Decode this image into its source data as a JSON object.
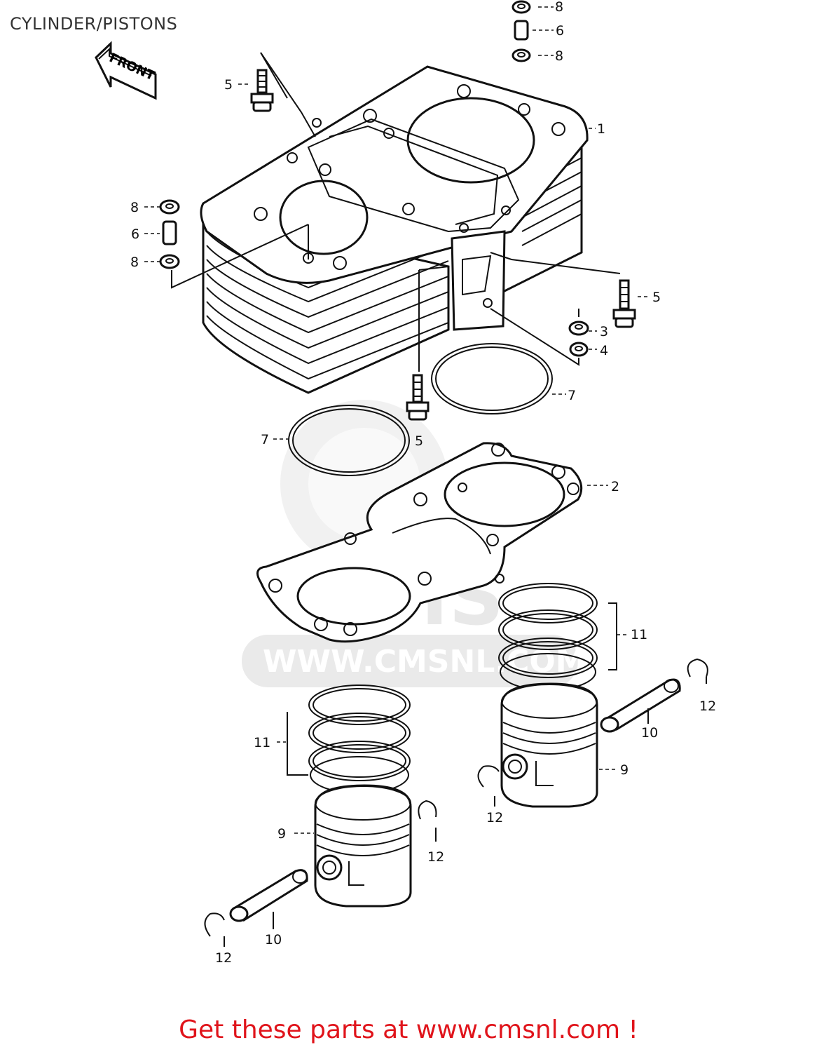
{
  "header": {
    "title": "CYLINDER/PISTONS"
  },
  "diagram": {
    "front_marker": "FRONT",
    "watermark": {
      "url": "WWW.CMSNL.COM",
      "logo": "CMS"
    },
    "callouts": [
      {
        "id": "c1",
        "number": "1",
        "part": "cylinder-block"
      },
      {
        "id": "c2",
        "number": "2",
        "part": "cylinder-base-gasket"
      },
      {
        "id": "c3",
        "number": "3",
        "part": "nut"
      },
      {
        "id": "c4",
        "number": "4",
        "part": "washer"
      },
      {
        "id": "c5a",
        "number": "5",
        "part": "bolt"
      },
      {
        "id": "c5b",
        "number": "5",
        "part": "bolt"
      },
      {
        "id": "c5c",
        "number": "5",
        "part": "bolt"
      },
      {
        "id": "c6a",
        "number": "6",
        "part": "dowel-pin"
      },
      {
        "id": "c6b",
        "number": "6",
        "part": "dowel-pin"
      },
      {
        "id": "c7a",
        "number": "7",
        "part": "o-ring"
      },
      {
        "id": "c7b",
        "number": "7",
        "part": "o-ring"
      },
      {
        "id": "c8a",
        "number": "8",
        "part": "o-ring-small"
      },
      {
        "id": "c8b",
        "number": "8",
        "part": "o-ring-small"
      },
      {
        "id": "c8c",
        "number": "8",
        "part": "o-ring-small"
      },
      {
        "id": "c8d",
        "number": "8",
        "part": "o-ring-small"
      },
      {
        "id": "c9a",
        "number": "9",
        "part": "piston"
      },
      {
        "id": "c9b",
        "number": "9",
        "part": "piston"
      },
      {
        "id": "c10a",
        "number": "10",
        "part": "piston-pin"
      },
      {
        "id": "c10b",
        "number": "10",
        "part": "piston-pin"
      },
      {
        "id": "c11a",
        "number": "11",
        "part": "piston-ring-set"
      },
      {
        "id": "c11b",
        "number": "11",
        "part": "piston-ring-set"
      },
      {
        "id": "c12a",
        "number": "12",
        "part": "snap-ring"
      },
      {
        "id": "c12b",
        "number": "12",
        "part": "snap-ring"
      },
      {
        "id": "c12c",
        "number": "12",
        "part": "snap-ring"
      },
      {
        "id": "c12d",
        "number": "12",
        "part": "snap-ring"
      }
    ]
  },
  "footer": {
    "link_text": "Get these parts at www.cmsnl.com !"
  }
}
